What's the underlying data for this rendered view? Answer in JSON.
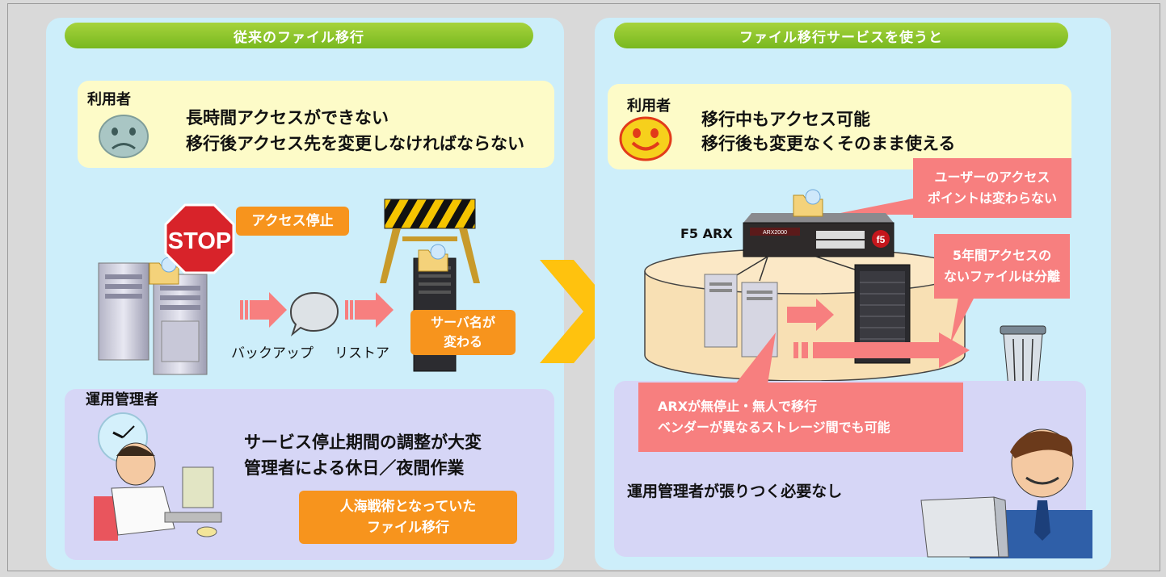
{
  "left_panel": {
    "title": "従来のファイル移行",
    "user_label": "利用者",
    "user_text_1": "長時間アクセスができない",
    "user_text_2": "移行後アクセス先を変更しなければならない",
    "stop_sign": "STOP",
    "access_stop": "アクセス停止",
    "backup_label": "バックアップ",
    "restore_label": "リストア",
    "server_name_change": "サーバ名が\n変わる",
    "admin_label": "運用管理者",
    "admin_text_1": "サービス停止期間の調整が大変",
    "admin_text_2": "管理者による休日／夜間作業",
    "human_wave": "人海戦術となっていた\nファイル移行"
  },
  "right_panel": {
    "title": "ファイル移行サービスを使うと",
    "user_label": "利用者",
    "user_text_1": "移行中もアクセス可能",
    "user_text_2": "移行後も変更なくそのまま使える",
    "access_point_note": "ユーザーのアクセス\nポイントは変わらない",
    "device_label": "F5 ARX",
    "device_model": "ARX2000",
    "device_brand": "f5",
    "archive_note": "5年間アクセスの\nないファイルは分離",
    "arx_note_1": "ARXが無停止・無人で移行",
    "arx_note_2": "ベンダーが異なるストレージ間でも可能",
    "admin_text": "運用管理者が張りつく必要なし"
  },
  "colors": {
    "panel_bg": "#cdeefa",
    "title_green": "#8cc63f",
    "orange": "#f7941d",
    "pink": "#f77f7f",
    "yellow_box": "#fdfbc8",
    "lavender_box": "#d6d6f6",
    "big_arrow": "#ffc20e"
  }
}
